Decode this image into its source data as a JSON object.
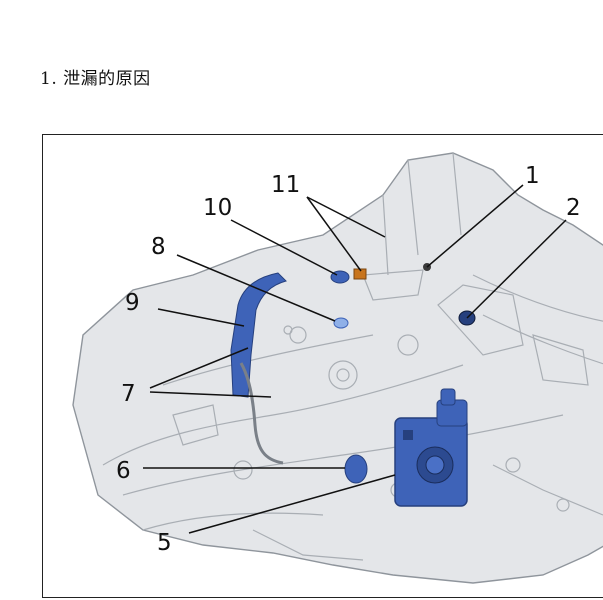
{
  "heading": "1. 泄漏的原因",
  "colors": {
    "housing": "#e4e6e9",
    "housing_line": "#8f959c",
    "part_blue": "#3e63b8",
    "part_blue_dark": "#26407e",
    "accent_orange": "#c8741c"
  },
  "callouts": [
    "1",
    "2",
    "5",
    "6",
    "7",
    "8",
    "9",
    "10",
    "11"
  ]
}
